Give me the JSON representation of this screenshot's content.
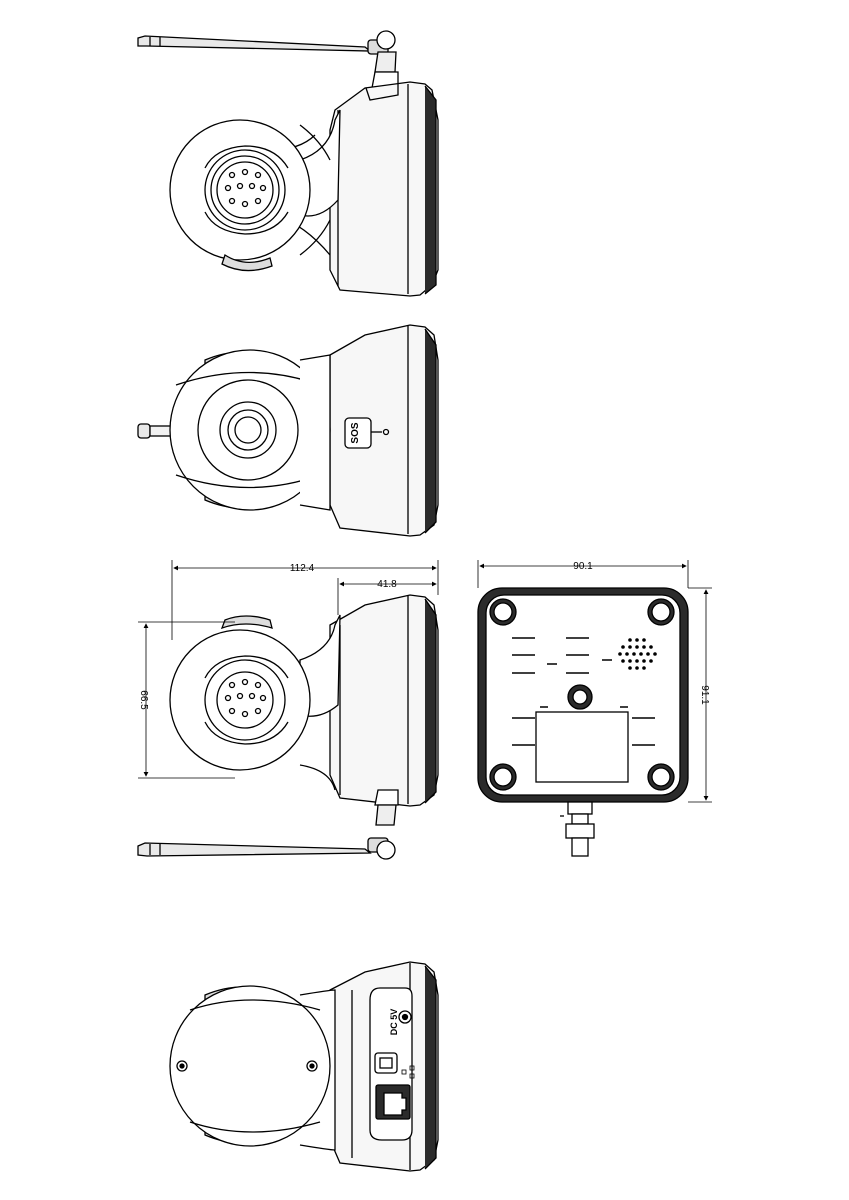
{
  "views": {
    "side_right": {
      "label": "side-view-antenna-up"
    },
    "front": {
      "label": "front-view",
      "button_text": "SOS"
    },
    "side_left": {
      "label": "side-view-antenna-down"
    },
    "bottom": {
      "label": "bottom-view"
    },
    "rear": {
      "label": "rear-view",
      "power_text": "DC 5V"
    }
  },
  "dimensions": {
    "overall_depth": "112.4",
    "base_depth": "41.8",
    "head_height": "66.5",
    "base_width": "90.1",
    "base_height": "91.1"
  },
  "colors": {
    "line": "#000000",
    "dark_fill": "#2b2b2b",
    "background": "#ffffff"
  }
}
